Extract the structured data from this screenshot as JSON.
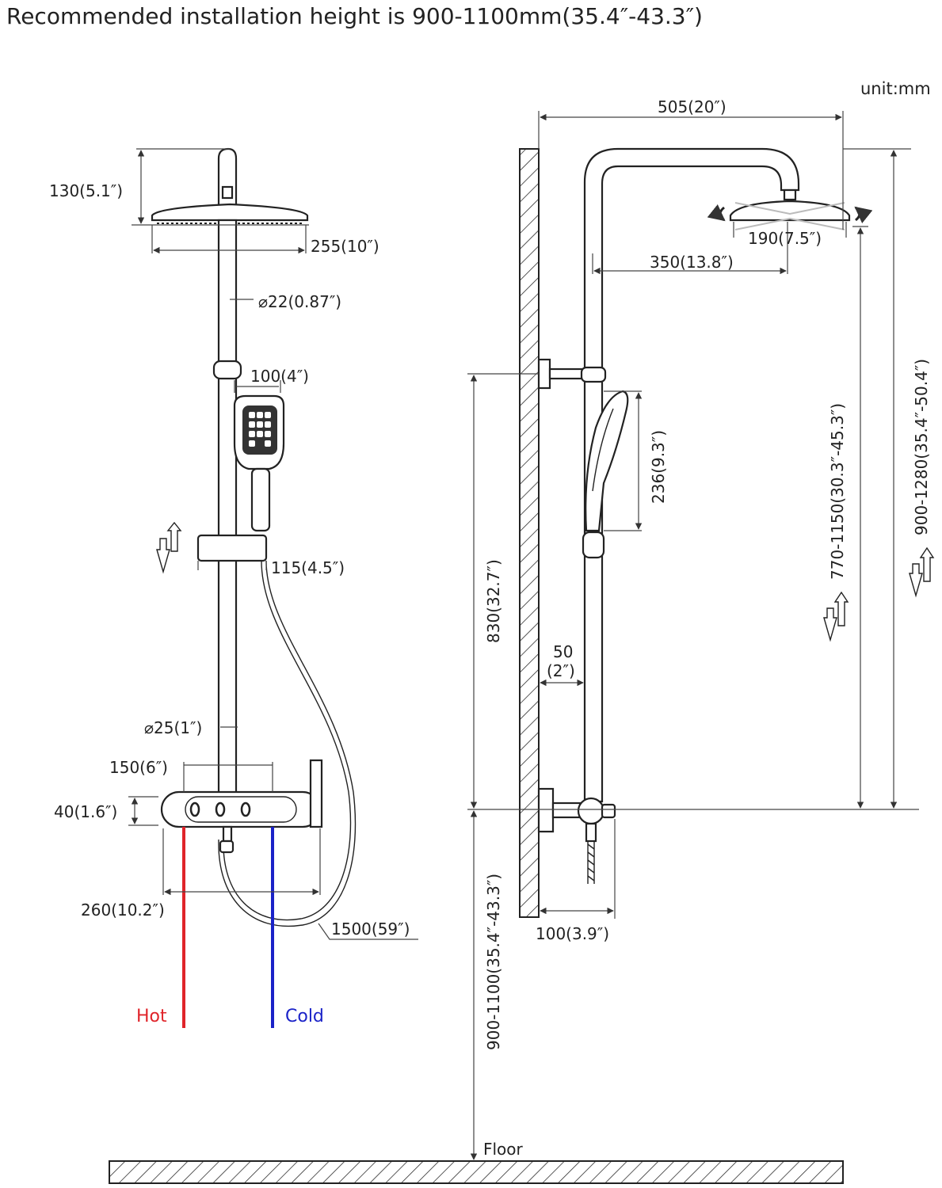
{
  "header": {
    "title": "Recommended installation height is 900-1100mm(35.4″-43.3″)",
    "unit": "unit:mm"
  },
  "front_view": {
    "top_height": "130(5.1″)",
    "head_diameter": "255(10″)",
    "rod_upper_diameter": "⌀22(0.87″)",
    "handheld_width": "100(4″)",
    "slider_width": "115(4.5″)",
    "rod_lower_diameter": "⌀25(1″)",
    "valve_spacing": "150(6″)",
    "valve_height": "40(1.6″)",
    "valve_width": "260(10.2″)",
    "hose_length": "1500(59″)",
    "hot_label": "Hot",
    "cold_label": "Cold",
    "hot_color": "#e0242a",
    "cold_color": "#1a22c8"
  },
  "side_view": {
    "arm_length": "505(20″)",
    "head_size": "190(7.5″)",
    "arm_projection": "350(13.8″)",
    "handheld_length": "236(9.3″)",
    "bracket_height": "830(32.7″)",
    "wall_gap_top": "50",
    "wall_gap_bottom": "(2″)",
    "valve_depth": "100(3.9″)",
    "adjust_range": "770-1150(30.3″-45.3″)",
    "total_height": "900-1280(35.4″-50.4″)",
    "install_height": "900-1100(35.4″-43.3″)",
    "floor_label": "Floor"
  }
}
